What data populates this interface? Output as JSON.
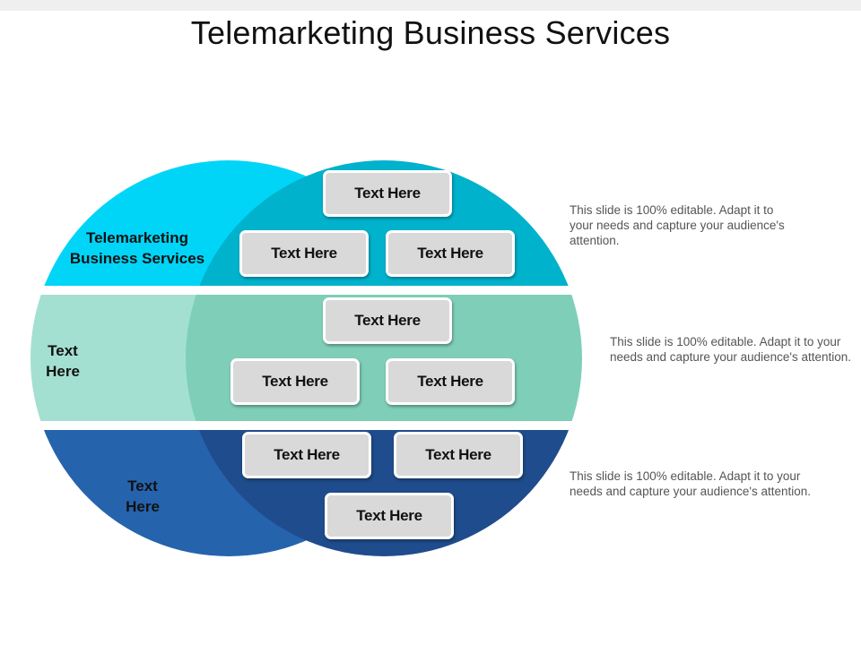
{
  "title": "Telemarketing Business Services",
  "colors": {
    "top_left": "#00d5f8",
    "top_right": "#00b2cc",
    "middle_left": "#a4e0d1",
    "middle_right": "#7fcfb8",
    "bottom_left": "#2563ad",
    "bottom_right": "#1f4c8c",
    "box_fill": "#d9d9d9"
  },
  "rows": [
    {
      "label": "Telemarketing\nBusiness Services",
      "boxes": [
        "Text Here",
        "Text Here",
        "Text Here"
      ],
      "description": "This slide is 100% editable. Adapt it to your needs and capture your audience's attention."
    },
    {
      "label": "Text\nHere",
      "boxes": [
        "Text Here",
        "Text Here",
        "Text Here"
      ],
      "description": "This slide is 100% editable. Adapt it to your needs and capture your audience's attention."
    },
    {
      "label": "Text\nHere",
      "boxes": [
        "Text Here",
        "Text Here",
        "Text Here"
      ],
      "description": "This slide is 100% editable. Adapt it to your needs and capture your audience's attention."
    }
  ]
}
